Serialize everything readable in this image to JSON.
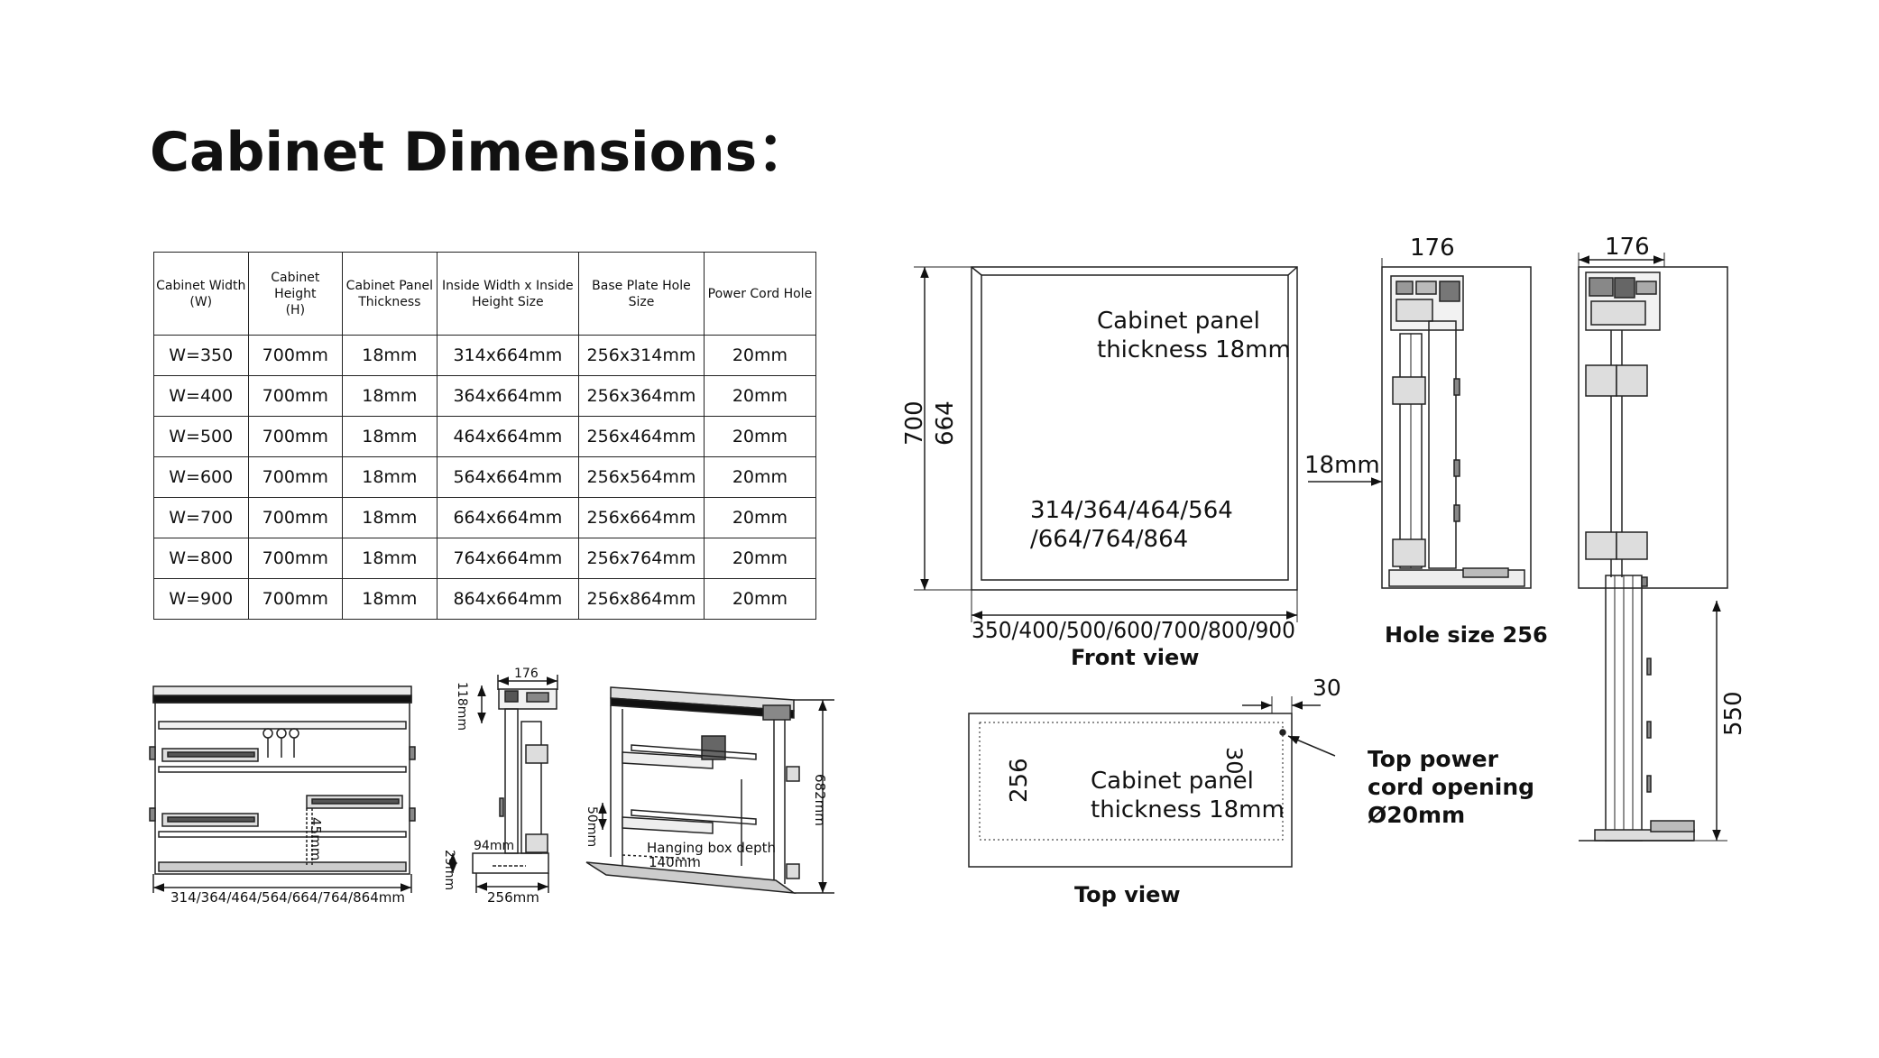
{
  "title": "Cabinet Dimensions：",
  "table": {
    "headers": [
      "Cabinet Width\n(W)",
      "Cabinet Height\n(H)",
      "Cabinet Panel\nThickness",
      "Inside Width x Inside\nHeight Size",
      "Base Plate Hole Size",
      "Power Cord Hole"
    ],
    "rows": [
      [
        "W=350",
        "700mm",
        "18mm",
        "314x664mm",
        "256x314mm",
        "20mm"
      ],
      [
        "W=400",
        "700mm",
        "18mm",
        "364x664mm",
        "256x364mm",
        "20mm"
      ],
      [
        "W=500",
        "700mm",
        "18mm",
        "464x664mm",
        "256x464mm",
        "20mm"
      ],
      [
        "W=600",
        "700mm",
        "18mm",
        "564x664mm",
        "256x564mm",
        "20mm"
      ],
      [
        "W=700",
        "700mm",
        "18mm",
        "664x664mm",
        "256x664mm",
        "20mm"
      ],
      [
        "W=800",
        "700mm",
        "18mm",
        "764x664mm",
        "256x764mm",
        "20mm"
      ],
      [
        "W=900",
        "700mm",
        "18mm",
        "864x664mm",
        "256x864mm",
        "20mm"
      ]
    ]
  },
  "small_front": {
    "width_label": "314/364/464/564/664/764/864mm",
    "dim_45": "45mm"
  },
  "small_side": {
    "top_176": "176",
    "dim_118": "118mm",
    "dim_94": "94mm",
    "dim_29": "29mm",
    "bottom_256": "256mm"
  },
  "small_iso": {
    "height_682": "682mm",
    "dim_50": "50mm",
    "hanging": "Hanging box depth",
    "hanging_140": "140mm"
  },
  "front_view": {
    "caption": "Front view",
    "panel_text": "Cabinet panel\nthickness 18mm",
    "inside_widths": "314/364/464/564\n/664/764/864",
    "outer_widths": "350/400/500/600/700/800/900",
    "h700": "700",
    "h664": "664"
  },
  "top_view": {
    "caption": "Top view",
    "panel_text": "Cabinet panel\nthickness 18mm",
    "depth_256": "256",
    "dim_30_top": "30",
    "dim_30_side": "30",
    "power_note": "Top power\ncord opening\nØ20mm"
  },
  "side_view_1": {
    "width_176": "176",
    "thickness_18": "18mm",
    "caption": "Hole size 256"
  },
  "side_view_2": {
    "width_176": "176",
    "height_550": "550"
  }
}
